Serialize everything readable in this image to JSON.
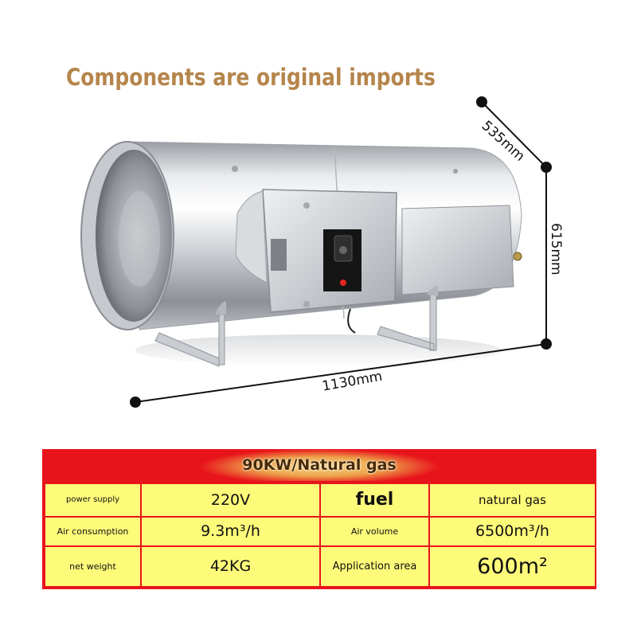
{
  "headline": "Components are original imports",
  "dimensions": {
    "depth": "535mm",
    "height": "615mm",
    "width": "1130mm"
  },
  "spec_table": {
    "title": "90KW/Natural gas",
    "rows": [
      {
        "label1": "power supply",
        "value1": "220V",
        "label2": "fuel",
        "value2": "natural gas"
      },
      {
        "label1": "Air consumption",
        "value1": "9.3m³/h",
        "label2": "Air volume",
        "value2": "6500m³/h"
      },
      {
        "label1": "net weight",
        "value1": "42KG",
        "label2": "Application area",
        "value2": "600m²"
      }
    ]
  },
  "colors": {
    "headline": "#b5854c",
    "table_red": "#e8141b",
    "cell_yellow": "#fffb7a"
  }
}
